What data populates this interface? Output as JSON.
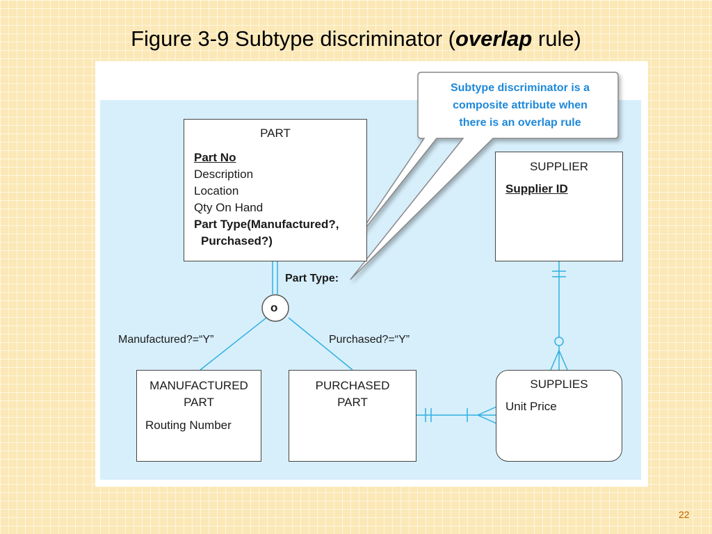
{
  "slide": {
    "title_prefix": "Figure 3-9 Subtype discriminator (",
    "title_emphasis": "overlap",
    "title_suffix": " rule)",
    "page_number": "22"
  },
  "colors": {
    "background": "#fbe8b6",
    "diagram_panel": "#d7effb",
    "connector": "#2fb0e0",
    "callout_text": "#1e88d9",
    "page_number": "#c06000"
  },
  "diagram": {
    "callout": {
      "line1": "Subtype discriminator is a",
      "line2": "composite attribute when",
      "line3": "there is an overlap rule"
    },
    "part": {
      "title": "PART",
      "pk": "Part No",
      "attr1": "Description",
      "attr2": "Location",
      "attr3": "Qty On Hand",
      "discriminator_line1": "Part Type(Manufactured?,",
      "discriminator_line2": "Purchased?)"
    },
    "supplier": {
      "title": "SUPPLIER",
      "pk": "Supplier ID"
    },
    "manufactured_part": {
      "title_line1": "MANUFACTURED",
      "title_line2": "PART",
      "attr1": "Routing Number"
    },
    "purchased_part": {
      "title_line1": "PURCHASED",
      "title_line2": "PART"
    },
    "supplies": {
      "title": "SUPPLIES",
      "attr1": "Unit Price"
    },
    "overlap_symbol": "o",
    "discriminator_label": "Part Type:",
    "manufactured_condition": "Manufactured?=“Y”",
    "purchased_condition": "Purchased?=“Y”"
  }
}
